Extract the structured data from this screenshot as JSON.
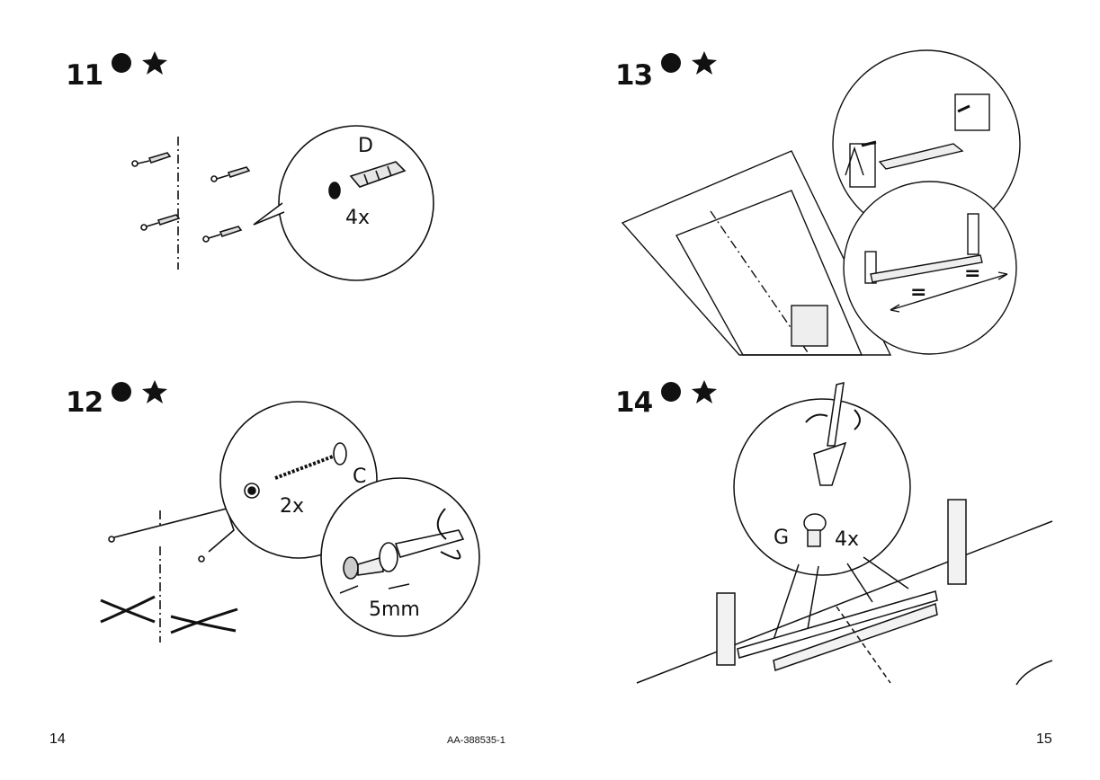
{
  "steps": [
    {
      "number": "11",
      "labels": {
        "part": "D",
        "qty": "4x"
      }
    },
    {
      "number": "12",
      "labels": {
        "part": "C",
        "qty": "2x",
        "measure": "5mm"
      }
    },
    {
      "number": "13",
      "labels": {
        "equal_left": "=",
        "equal_right": "="
      }
    },
    {
      "number": "14",
      "labels": {
        "part": "G",
        "qty": "4x"
      }
    }
  ],
  "icons": {
    "dot": "filled-circle-icon",
    "star": "star-icon"
  },
  "footer": {
    "page_left": "14",
    "doc_code": "AA-388535-1",
    "page_right": "15"
  }
}
